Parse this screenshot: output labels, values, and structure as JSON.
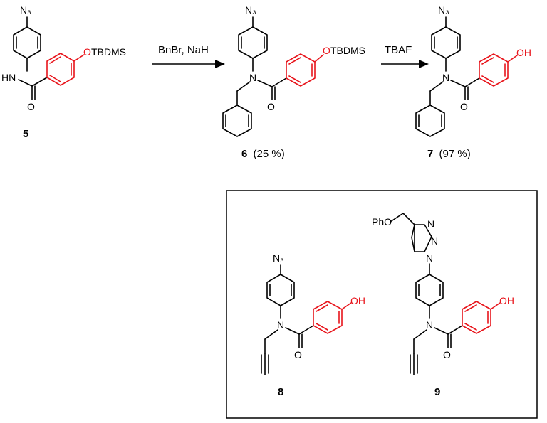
{
  "colors": {
    "ink": "#000000",
    "highlight": "#e8141b",
    "background": "#ffffff"
  },
  "atoms": {
    "azide": "N₃",
    "nitrogen": "N",
    "amide_nh": "HN",
    "oxygen": "O",
    "otbdms": "OTBDMS",
    "hydroxyl": "OH",
    "phenoxy": "PhO"
  },
  "reactions": [
    {
      "reagent": "BnBr, NaH"
    },
    {
      "reagent": "TBAF"
    }
  ],
  "compounds": [
    {
      "number": "5",
      "yield": ""
    },
    {
      "number": "6",
      "yield": "(25 %)"
    },
    {
      "number": "7",
      "yield": "(97 %)"
    },
    {
      "number": "8",
      "yield": ""
    },
    {
      "number": "9",
      "yield": ""
    }
  ]
}
